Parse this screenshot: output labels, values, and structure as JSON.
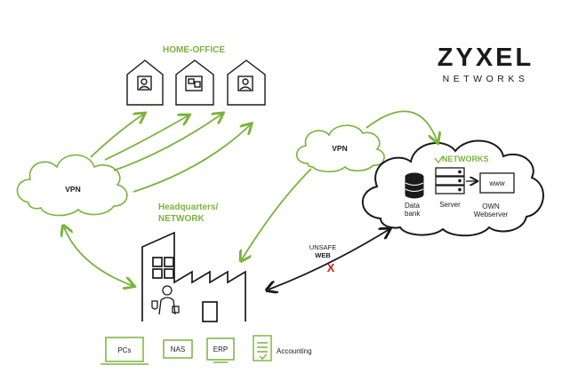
{
  "colors": {
    "accent": "#7ab33c",
    "ink": "#1a1a1a",
    "danger": "#d0201a"
  },
  "brand": {
    "name": "ZYXEL",
    "tagline": "NETWORKS"
  },
  "home_office": {
    "title": "HOME-OFFICE"
  },
  "vpn_left": {
    "label": "VPN"
  },
  "vpn_top": {
    "label": "VPN"
  },
  "headquarters": {
    "line1": "Headquarters/",
    "line2": "NETWORK"
  },
  "networks": {
    "title": "NETWORKS",
    "databank_line1": "Data",
    "databank_line2": "bank",
    "server": "Server",
    "www": "www",
    "own_line1": "OWN",
    "own_line2": "Webserver"
  },
  "unsafe": {
    "line1": "UNSAFE",
    "line2": "WEB",
    "mark": "X"
  },
  "devices": {
    "pcs": "PCs",
    "nas": "NAS",
    "erp": "ERP",
    "accounting": "Accounting"
  }
}
